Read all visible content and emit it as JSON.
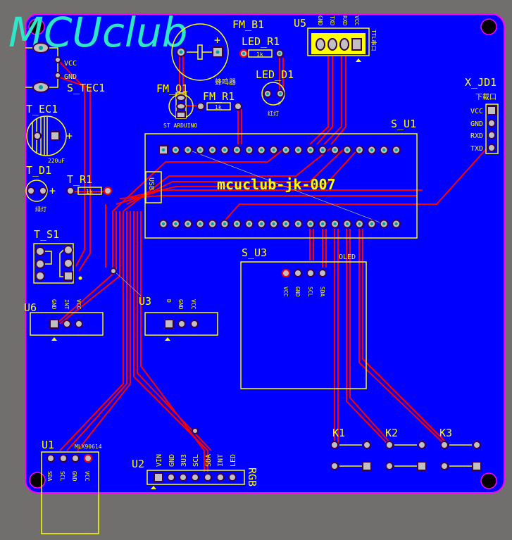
{
  "logo": "MCUclub",
  "components": {
    "s_tec1": {
      "ref": "S_TEC1",
      "pins": [
        "VCC",
        "GND"
      ]
    },
    "fm_b1": {
      "ref": "FM_B1",
      "note": "蜂鸣器",
      "plus": "+"
    },
    "led_r1": {
      "ref": "LED_R1",
      "value": "1k"
    },
    "led_d1": {
      "ref": "LED_D1",
      "note": "红灯",
      "plus": "+"
    },
    "fm_q1": {
      "ref": "FM_Q1"
    },
    "fm_r1": {
      "ref": "FM_R1",
      "value": "1k"
    },
    "t_ec1": {
      "ref": "T_EC1",
      "value": "220uF",
      "plus": "+"
    },
    "t_d1": {
      "ref": "T_D1",
      "note": "绿灯",
      "plus": "+"
    },
    "t_r1": {
      "ref": "T_R1",
      "value": "1k"
    },
    "t_s1": {
      "ref": "T_S1"
    },
    "u6": {
      "ref": "U6",
      "pins": [
        "GND",
        "INT",
        "VCC"
      ]
    },
    "u3": {
      "ref": "U3",
      "pins": [
        "D",
        "GND",
        "VCC"
      ]
    },
    "s_u1": {
      "ref": "S_U1",
      "board": "mcuclub-jk-007",
      "usb": "USB",
      "note": "ST ARDUINO"
    },
    "s_u3": {
      "ref": "S_U3",
      "type": "OLED",
      "pins": [
        "VCC",
        "GND",
        "SCL",
        "SDA"
      ]
    },
    "u5": {
      "ref": "U5",
      "pins": [
        "GND",
        "TXD",
        "RXD",
        "VCC"
      ],
      "note": "TTL串口"
    },
    "x_jd1": {
      "ref": "X_JD1",
      "note": "下载口",
      "pins": [
        "VCC",
        "GND",
        "RXD",
        "TXD"
      ]
    },
    "k1": {
      "ref": "K1"
    },
    "k2": {
      "ref": "K2"
    },
    "k3": {
      "ref": "K3"
    },
    "u1": {
      "ref": "U1",
      "part": "MLX90614",
      "pins": [
        "SDA",
        "SCL",
        "GND",
        "VCC"
      ]
    },
    "u2": {
      "ref": "U2",
      "pins": [
        "VIN",
        "GND",
        "3U3",
        "SCL",
        "SDA",
        "INT",
        "LED"
      ],
      "note": "RGB"
    }
  },
  "colors": {
    "board": "#0000ff",
    "silk": "#ffff00",
    "trace": "#ff0000",
    "outline": "#ff00ff",
    "logo": "#2ee6c8"
  }
}
